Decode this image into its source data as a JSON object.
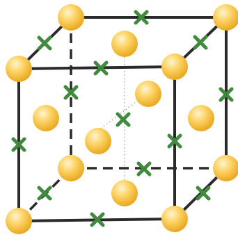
{
  "diagram": {
    "structure": "cubic unit cell",
    "colors": {
      "edge": "#2a2a2a",
      "atom_light": "#fff4cf",
      "atom_mid": "#fcd263",
      "atom_dark": "#e8a61c",
      "marker": "#3f8a3d",
      "dotted": "#a0a0a0"
    },
    "atoms": {
      "corner_count": 8,
      "face_center_count": 6
    },
    "markers": {
      "symbol": "cross",
      "edge_midpoint_count": 12,
      "body_center_count": 1
    }
  }
}
